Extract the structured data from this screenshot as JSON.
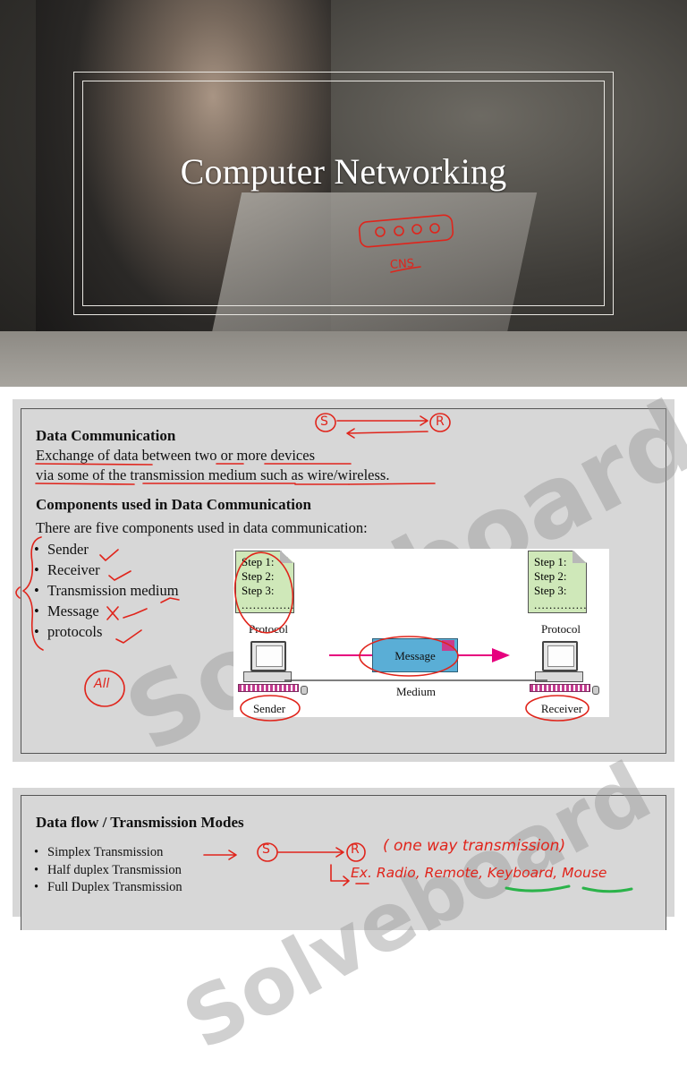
{
  "slide1": {
    "title": "Computer Networking",
    "annotation_cns": "CNS"
  },
  "slide2": {
    "watermark": "Solveboard",
    "heading1": "Data Communication",
    "line1": "Exchange of data between two or more devices",
    "line2": "via some of the transmission medium such as wire/wireless.",
    "heading2": "Components used in Data Communication",
    "intro": "There are five components used in data communication:",
    "components": [
      "Sender",
      "Receiver",
      "Transmission medium",
      "Message",
      "protocols"
    ],
    "annotation_all": "All",
    "annotation_s": "S",
    "annotation_r": "R",
    "diagram": {
      "steps": [
        "Step 1:",
        "Step 2:",
        "Step 3:",
        "................"
      ],
      "protocol_label": "Protocol",
      "message_label": "Message",
      "medium_label": "Medium",
      "sender_label": "Sender",
      "receiver_label": "Receiver"
    }
  },
  "slide3": {
    "watermark": "Solveboard",
    "heading": "Data flow / Transmission Modes",
    "modes": [
      "Simplex Transmission",
      "Half duplex Transmission",
      "Full Duplex Transmission"
    ],
    "annotation_s": "S",
    "annotation_r": "R",
    "annotation_oneway": "( one way transmission)",
    "annotation_examples": "Ex. Radio, Remote, Keyboard, Mouse"
  },
  "colors": {
    "ink": "#e0241b",
    "slide_bg": "#d7d7d7",
    "note_fill": "#cfe8b9",
    "message_fill": "#5aaed6",
    "arrow": "#e6007e",
    "highlight_green": "#2bb34a"
  }
}
